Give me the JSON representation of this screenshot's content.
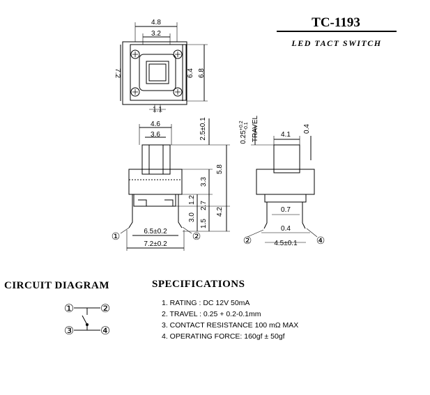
{
  "title": "TC-1193",
  "subtitle": "LED TACT SWITCH",
  "top_view": {
    "dims": [
      "4.8",
      "3.2",
      "7.2",
      "6.4",
      "6.8",
      "1.1"
    ]
  },
  "front_view": {
    "dims": [
      "4.6",
      "3.6",
      "2.5±0.1",
      "5.8",
      "3.3",
      "1.2",
      "2.7",
      "4.2",
      "3.0",
      "1.5",
      "6.5±0.2",
      "7.2±0.2"
    ],
    "pins": [
      "①",
      "②"
    ]
  },
  "side_view": {
    "travel_value": "0.25",
    "travel_sup": "+0.2",
    "travel_sub": "-0.1",
    "travel_label": "TRAVEL",
    "dims": [
      "4.1",
      "0.4",
      "0.7",
      "0.4",
      "4.5±0.1"
    ],
    "pins": [
      "②",
      "④"
    ]
  },
  "circuit": {
    "heading": "CIRCUIT  DIAGRAM",
    "pins": [
      "①",
      "②",
      "③",
      "④"
    ]
  },
  "specifications": {
    "heading": "SPECIFICATIONS",
    "items": [
      "1. RATING : DC 12V  50mA",
      "2. TRAVEL : 0.25 + 0.2-0.1mm",
      "3. CONTACT  RESISTANCE 100 mΩ MAX",
      "4. OPERATING FORCE: 160gf ± 50gf"
    ]
  }
}
